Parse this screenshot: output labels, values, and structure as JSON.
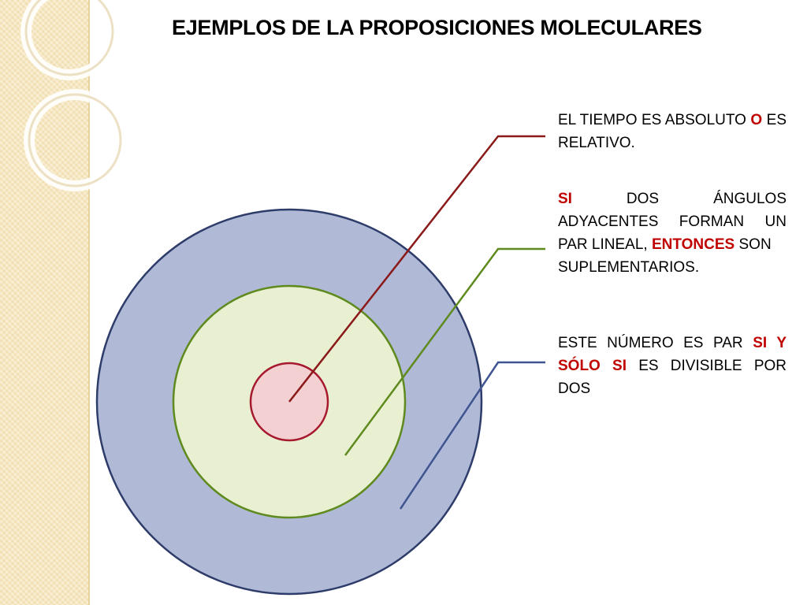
{
  "title": "EJEMPLOS DE LA PROPOSICIONES MOLECULARES",
  "colors": {
    "outer_fill": "#b0b9d6",
    "outer_stroke": "#2e3c6a",
    "middle_fill": "#e9f0d2",
    "middle_stroke": "#5e8a1e",
    "inner_fill": "#f3d1d3",
    "inner_stroke": "#a6192e",
    "line_red": "#8b1a1a",
    "line_green": "#5e8a1e",
    "line_blue": "#3f5591",
    "keyword": "#c00000"
  },
  "labels": {
    "item1": {
      "t1": "EL TIEMPO ES ABSOLUTO ",
      "k1": "O",
      "t2": " ES RELATIVO."
    },
    "item2": {
      "k1": "SI",
      "t1": " DOS ÁNGULOS ADYACENTES FORMAN UN PAR LINEAL, ",
      "k2": "ENTONCES",
      "t2": " SON",
      "t3": "SUPLEMENTARIOS."
    },
    "item3": {
      "t1": "ESTE NÚMERO ES PAR ",
      "k1": "SI Y SÓLO SI",
      "t2": " ES DIVISIBLE POR DOS"
    }
  }
}
